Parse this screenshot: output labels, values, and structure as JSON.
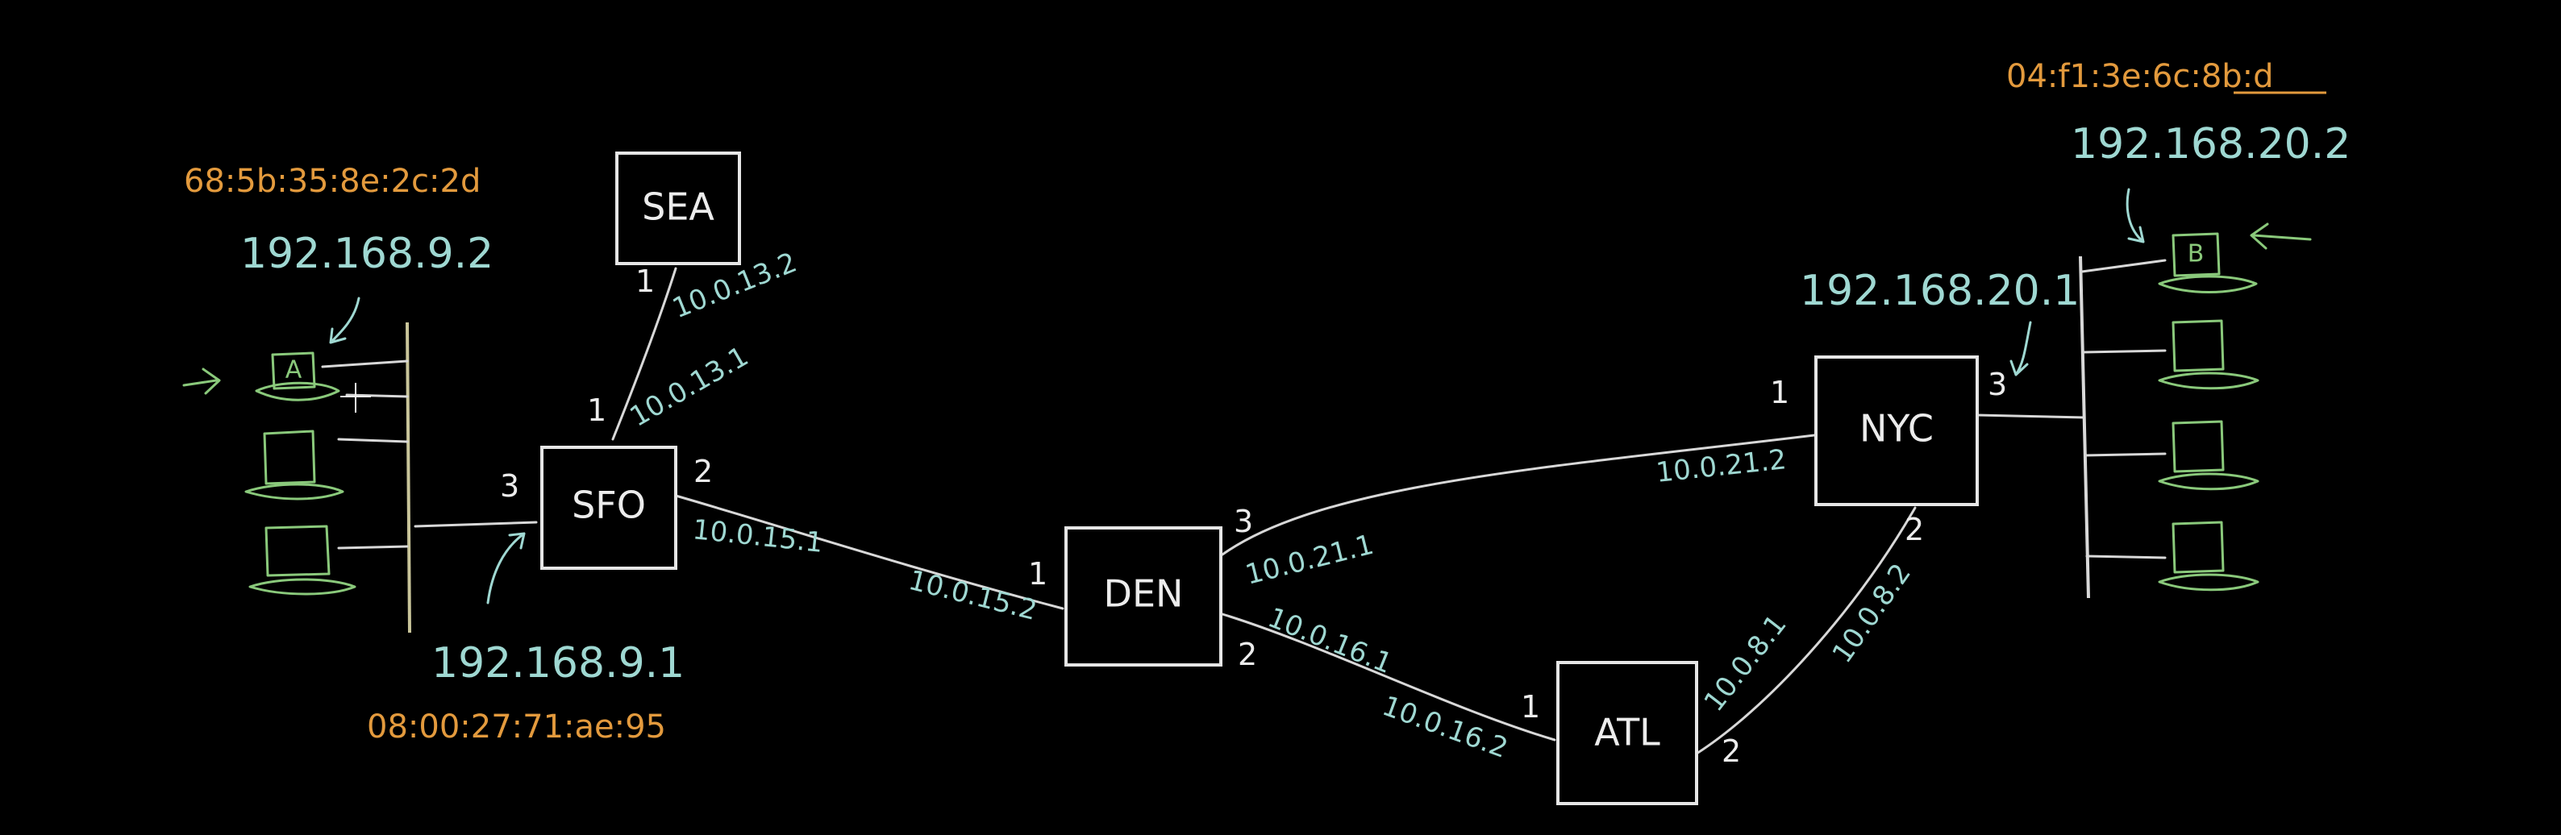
{
  "routers": {
    "sea": "SEA",
    "sfo": "SFO",
    "den": "DEN",
    "atl": "ATL",
    "nyc": "NYC"
  },
  "ports": {
    "sea_1": "1",
    "sfo_1": "1",
    "sfo_2": "2",
    "sfo_3": "3",
    "den_1": "1",
    "den_2": "2",
    "den_3": "3",
    "atl_1": "1",
    "atl_2": "2",
    "nyc_1": "1",
    "nyc_2": "2",
    "nyc_3": "3"
  },
  "link_ips": {
    "sea_sfo_sea": "10.0.13.2",
    "sea_sfo_sfo": "10.0.13.1",
    "sfo_den_sfo": "10.0.15.1",
    "sfo_den_den": "10.0.15.2",
    "den_nyc_den": "10.0.21.1",
    "den_nyc_nyc": "10.0.21.2",
    "den_atl_den": "10.0.16.1",
    "den_atl_atl": "10.0.16.2",
    "atl_nyc_atl": "10.0.8.1",
    "atl_nyc_nyc": "10.0.8.2"
  },
  "lan_a": {
    "host_label": "A",
    "host_mac": "68:5b:35:8e:2c:2d",
    "host_ip": "192.168.9.2",
    "gateway_ip": "192.168.9.1",
    "gateway_mac": "08:00:27:71:ae:95"
  },
  "lan_b": {
    "host_label": "B",
    "host_mac": "04:f1:3e:6c:8b:d",
    "host_ip": "192.168.20.2",
    "gateway_ip": "192.168.20.1"
  },
  "colors": {
    "background": "#000000",
    "wire": "#d8d8d8",
    "ip": "#9fd8d2",
    "mac": "#e39a3d",
    "host": "#8ac97b"
  },
  "icons": [
    "computer-icon",
    "arrow-icon",
    "crosshair-cursor-icon"
  ]
}
